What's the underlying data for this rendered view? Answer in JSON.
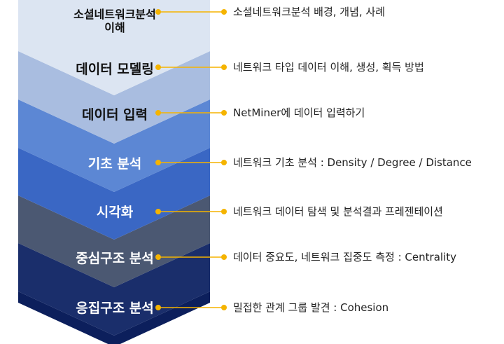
{
  "accent_color": "#F5B400",
  "steps": [
    {
      "label": "소셜네트워크분석\n이해",
      "desc": "소셜네트워크분석 배경, 개념, 사례",
      "color": "#DCE5F2",
      "text_color": "#111111"
    },
    {
      "label": "데이터 모델링",
      "desc": "네트워크 타입 데이터 이해, 생성, 획득 방법",
      "color": "#A9BDE0",
      "text_color": "#111111"
    },
    {
      "label": "데이터 입력",
      "desc": "NetMiner에 데이터 입력하기",
      "color": "#5C87D4",
      "text_color": "#111111"
    },
    {
      "label": "기초 분석",
      "desc": "네트워크 기초 분석 : Density / Degree / Distance",
      "color": "#3A67C4",
      "text_color": "#ffffff"
    },
    {
      "label": "시각화",
      "desc": "네트워크 데이터 탐색 및 분석결과 프레젠테이션",
      "color": "#4B5872",
      "text_color": "#ffffff"
    },
    {
      "label": "중심구조 분석",
      "desc": "데이터 중요도, 네트워크 집중도 측정 : Centrality",
      "color": "#1A2E6B",
      "text_color": "#ffffff"
    },
    {
      "label": "응집구조 분석",
      "desc": "밀접한 관계 그룹 발견 : Cohesion",
      "color": "#0C1F5C",
      "text_color": "#ffffff"
    }
  ]
}
